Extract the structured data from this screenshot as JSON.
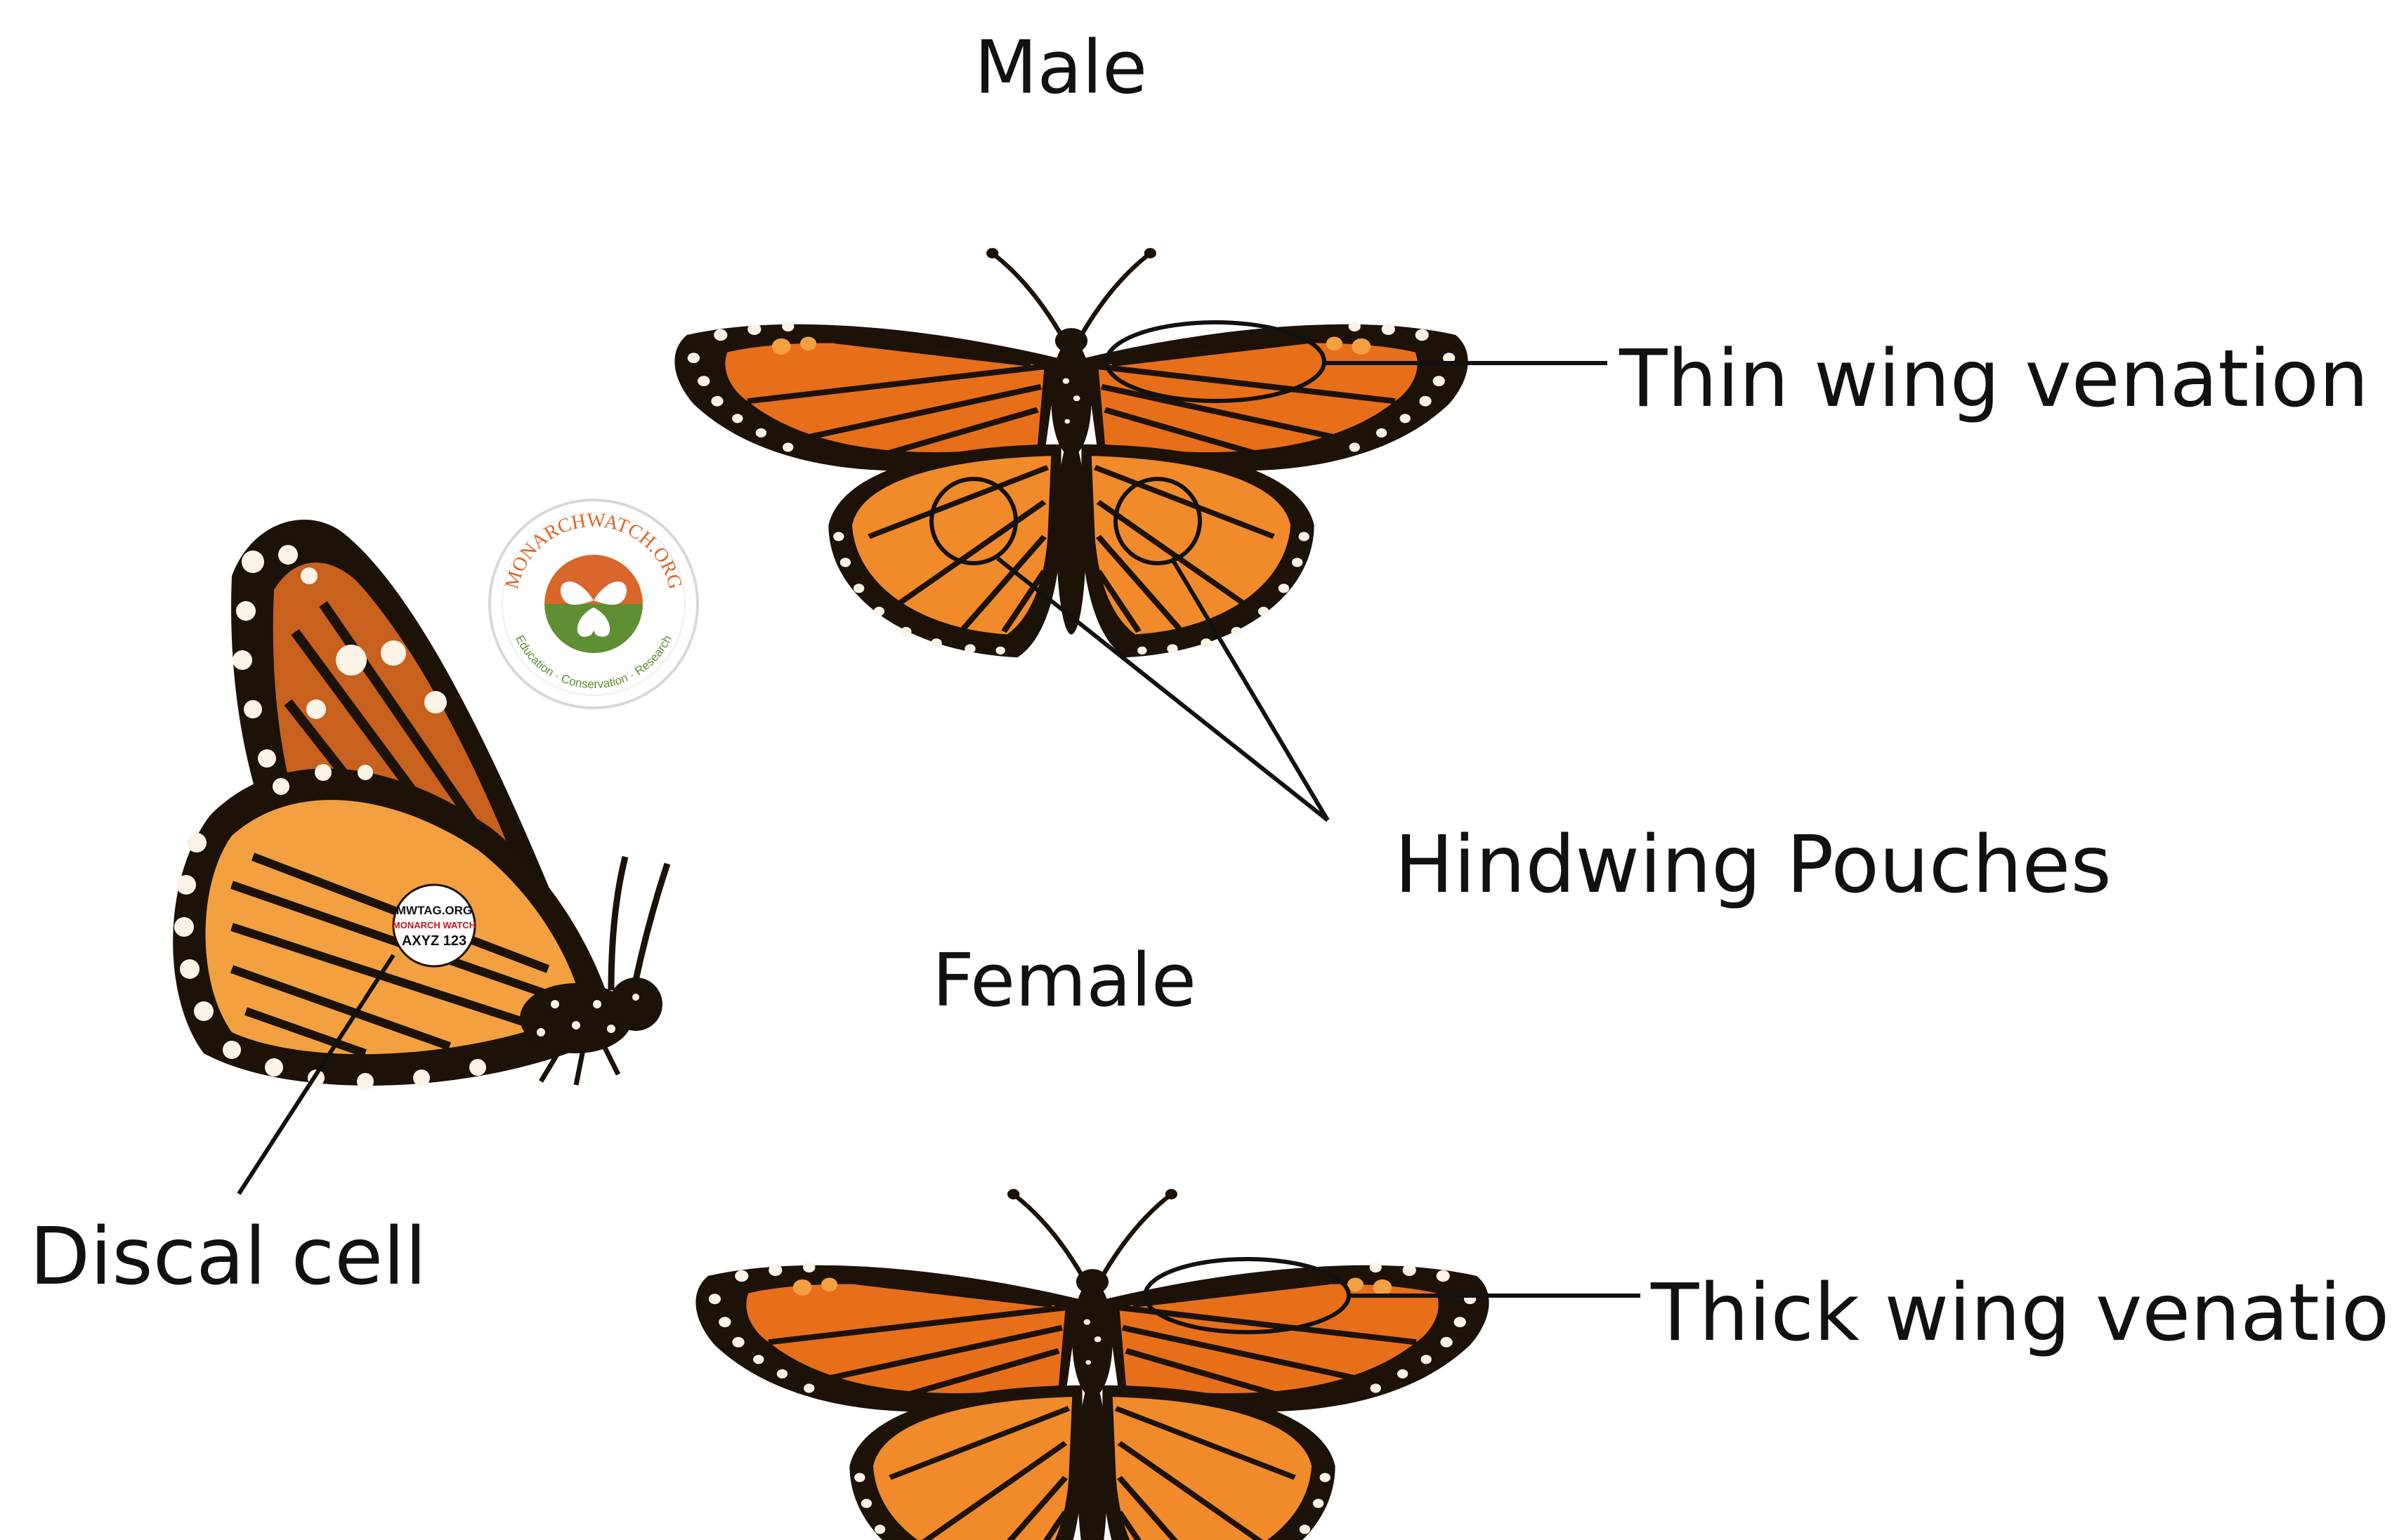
{
  "labels": {
    "male": "Male",
    "female": "Female",
    "thin_venation": "Thin wing venation",
    "thick_venation": "Thick wing venation",
    "hindwing_pouches": "Hindwing Pouches",
    "discal_cell": "Discal cell"
  },
  "logo": {
    "top_text": "MONARCHWATCH.ORG",
    "bottom_text": "Education · Conservation · Research",
    "colors": {
      "orange": "#d9662a",
      "green": "#5f8f32"
    }
  },
  "tag": {
    "line1": "MWTAG.ORG",
    "line2": "MONARCH WATCH",
    "line3": "AXYZ 123"
  },
  "colors": {
    "wing_orange": "#e86f1a",
    "wing_orange_light": "#f2a040",
    "wing_black": "#1c1208",
    "spot_white": "#fbf3e6",
    "leader_line": "#111111"
  },
  "icons": {
    "male_butterfly": "monarch-male-icon",
    "female_butterfly": "monarch-female-icon",
    "side_butterfly": "monarch-side-view-icon"
  }
}
